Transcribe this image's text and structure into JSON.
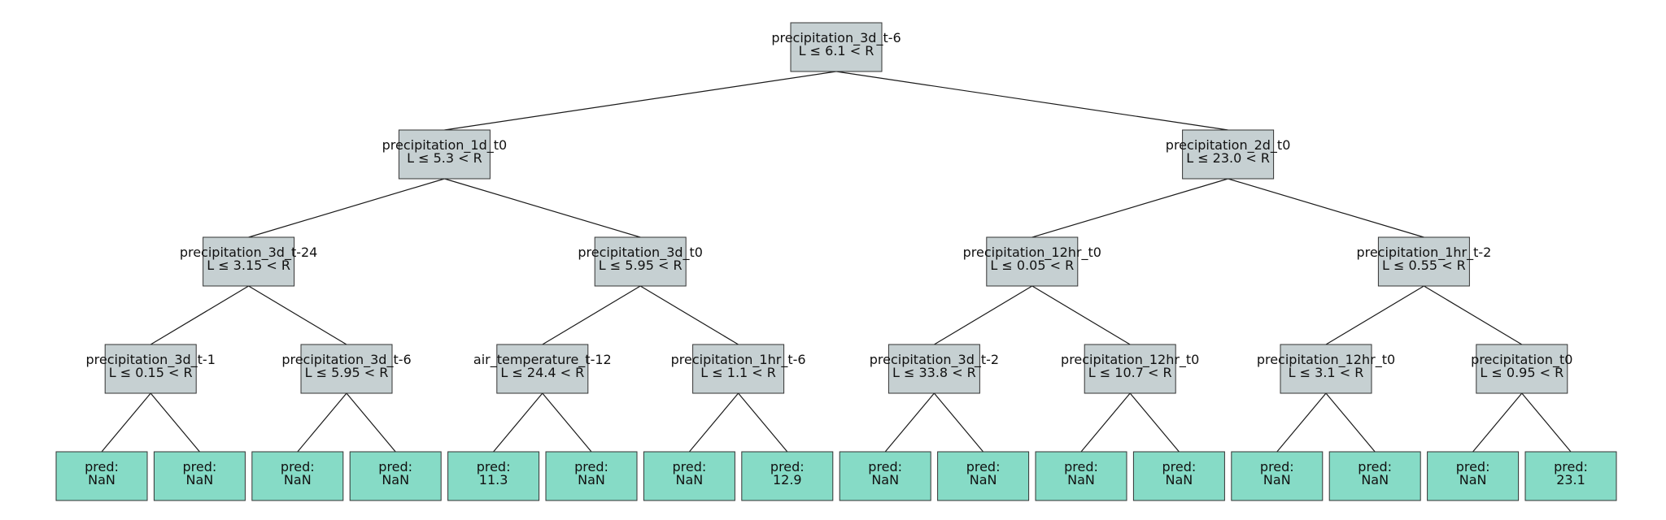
{
  "tree": {
    "root": {
      "feature": "precipitation_3d_t-6",
      "rule": "L ≤ 6.1 < R",
      "left": {
        "feature": "precipitation_1d_t0",
        "rule": "L ≤ 5.3 < R",
        "left": {
          "feature": "precipitation_3d_t-24",
          "rule": "L ≤ 3.15 < R",
          "left": {
            "feature": "precipitation_3d_t-1",
            "rule": "L ≤ 0.15 < R",
            "left": {
              "pred_label": "pred:",
              "pred": "NaN"
            },
            "right": {
              "pred_label": "pred:",
              "pred": "NaN"
            }
          },
          "right": {
            "feature": "precipitation_3d_t-6",
            "rule": "L ≤ 5.95 < R",
            "left": {
              "pred_label": "pred:",
              "pred": "NaN"
            },
            "right": {
              "pred_label": "pred:",
              "pred": "NaN"
            }
          }
        },
        "right": {
          "feature": "precipitation_3d_t0",
          "rule": "L ≤ 5.95 < R",
          "left": {
            "feature": "air_temperature_t-12",
            "rule": "L ≤ 24.4 < R",
            "left": {
              "pred_label": "pred:",
              "pred": "11.3"
            },
            "right": {
              "pred_label": "pred:",
              "pred": "NaN"
            }
          },
          "right": {
            "feature": "precipitation_1hr_t-6",
            "rule": "L ≤ 1.1 < R",
            "left": {
              "pred_label": "pred:",
              "pred": "NaN"
            },
            "right": {
              "pred_label": "pred:",
              "pred": "12.9"
            }
          }
        }
      },
      "right": {
        "feature": "precipitation_2d_t0",
        "rule": "L ≤ 23.0 < R",
        "left": {
          "feature": "precipitation_12hr_t0",
          "rule": "L ≤ 0.05 < R",
          "left": {
            "feature": "precipitation_3d_t-2",
            "rule": "L ≤ 33.8 < R",
            "left": {
              "pred_label": "pred:",
              "pred": "NaN"
            },
            "right": {
              "pred_label": "pred:",
              "pred": "NaN"
            }
          },
          "right": {
            "feature": "precipitation_12hr_t0",
            "rule": "L ≤ 10.7 < R",
            "left": {
              "pred_label": "pred:",
              "pred": "NaN"
            },
            "right": {
              "pred_label": "pred:",
              "pred": "NaN"
            }
          }
        },
        "right": {
          "feature": "precipitation_1hr_t-2",
          "rule": "L ≤ 0.55 < R",
          "left": {
            "feature": "precipitation_12hr_t0",
            "rule": "L ≤ 3.1 < R",
            "left": {
              "pred_label": "pred:",
              "pred": "NaN"
            },
            "right": {
              "pred_label": "pred:",
              "pred": "NaN"
            }
          },
          "right": {
            "feature": "precipitation_t0",
            "rule": "L ≤ 0.95 < R",
            "left": {
              "pred_label": "pred:",
              "pred": "NaN"
            },
            "right": {
              "pred_label": "pred:",
              "pred": "23.1"
            }
          }
        }
      }
    }
  },
  "colors": {
    "split_node": "#c6d0d2",
    "leaf_node": "#86dbc6",
    "edge": "#1a1a1a"
  }
}
